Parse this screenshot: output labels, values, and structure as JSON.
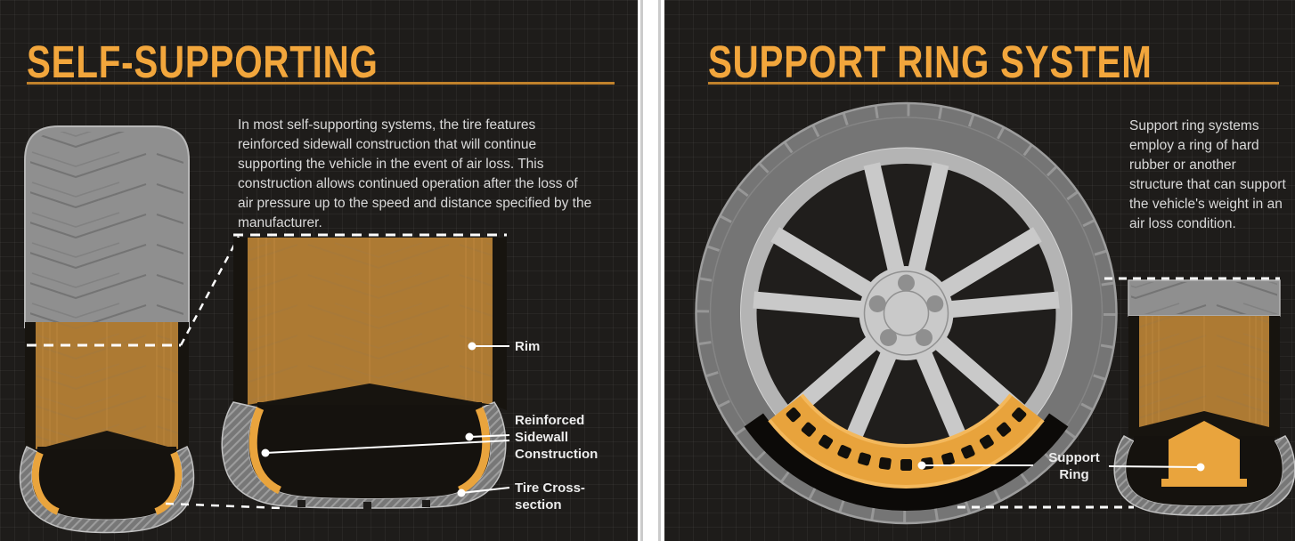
{
  "left_panel": {
    "title": "SELF-SUPPORTING",
    "description": "In most self-supporting systems, the tire features reinforced sidewall construction that will continue supporting the vehicle in the event of air loss. This construction allows continued operation after the loss of air pressure up to the speed and distance specified by the manufacturer.",
    "labels": {
      "rim": "Rim",
      "reinforced_sidewall": "Reinforced\nSidewall\nConstruction",
      "tire_cross_section": "Tire Cross-\nsection"
    }
  },
  "right_panel": {
    "title": "SUPPORT RING SYSTEM",
    "description": "Support ring systems employ a ring of hard rubber or another structure that can support the vehicle's weight in an air loss condition.",
    "labels": {
      "support_ring": "Support\nRing"
    }
  },
  "colors": {
    "background": "#1e1c1a",
    "accent_title": "#f2a63c",
    "accent_underline": "#c0812b",
    "rim_orange_muted": "#ad7a33",
    "support_ring_orange": "#e8a33c",
    "tire_gray": "#8f8f8f",
    "wheel_light_gray": "#c9c9c9",
    "text_light": "#d9d9d9"
  }
}
